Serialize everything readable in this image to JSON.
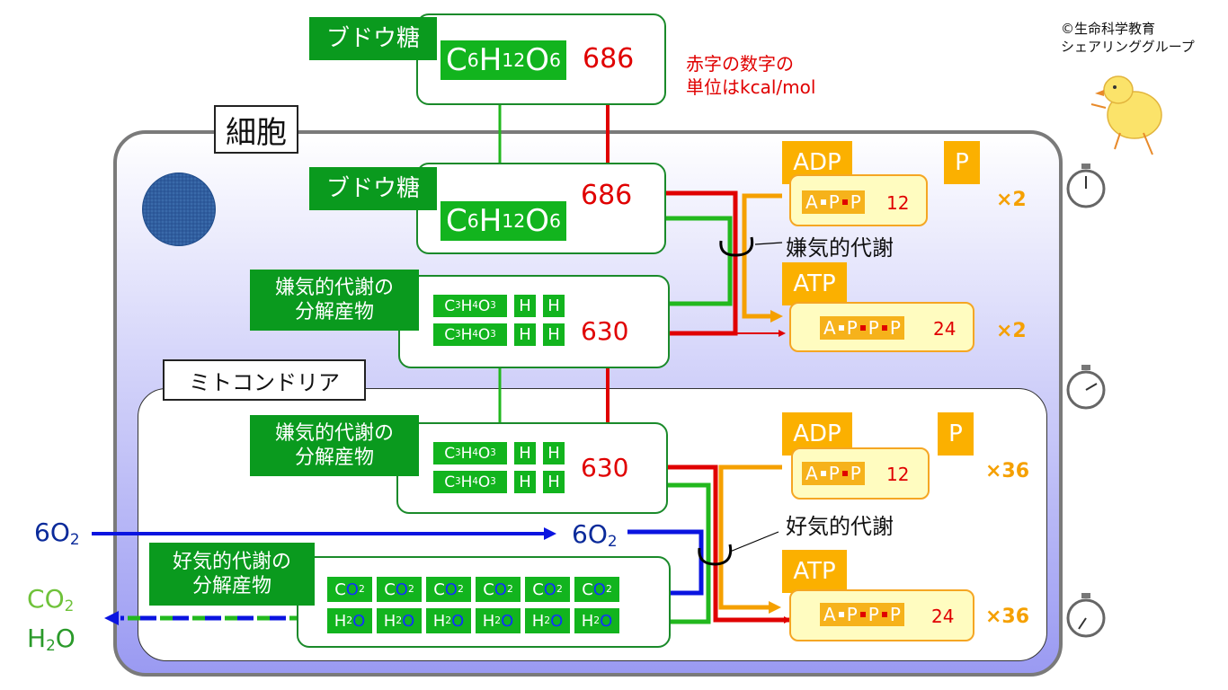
{
  "glucose_label": "ブドウ糖",
  "glucose_formula": {
    "c": "C",
    "c_n": "6",
    "h": "H",
    "h_n": "12",
    "o": "O",
    "o_n": "6"
  },
  "energy_glucose": "686",
  "energy_pyruvate": "630",
  "unit_note": {
    "line1": "赤字の数字の",
    "line2": "単位はkcal/mol"
  },
  "copyright": {
    "line1": "©生命科学教育",
    "line2": "シェアリンググループ"
  },
  "cell_label": "細胞",
  "mito_label": "ミトコンドリア",
  "anaerobic_product_label": {
    "line1": "嫌気的代謝の",
    "line2": "分解産物"
  },
  "aerobic_product_label": {
    "line1": "好気的代謝の",
    "line2": "分解産物"
  },
  "pyruvate": {
    "c": "C",
    "c_n": "3",
    "h": "H",
    "h_n": "4",
    "o": "O",
    "o_n": "3"
  },
  "h_label": "H",
  "anaerobic_label": "嫌気的代謝",
  "aerobic_label": "好気的代謝",
  "adp_label": "ADP",
  "atp_label": "ATP",
  "p_label": "P",
  "a_letter": "A",
  "p_letter": "P",
  "adp_energy": "12",
  "atp_energy": "24",
  "mult_anaerobic": "×2",
  "mult_aerobic": "×36",
  "oxygen": {
    "coef": "6",
    "o": "O",
    "n": "2"
  },
  "co2": {
    "c": "C",
    "o": "O",
    "n": "2"
  },
  "h2o": {
    "h": "H",
    "n": "2",
    "o": "O"
  }
}
